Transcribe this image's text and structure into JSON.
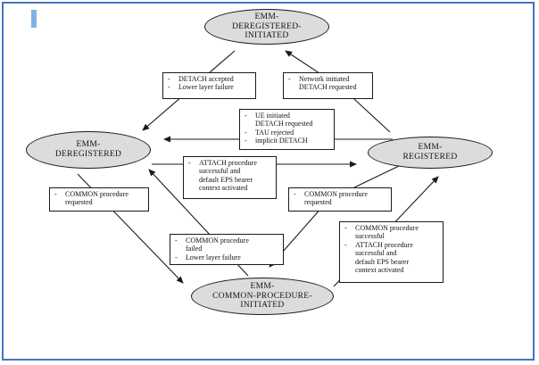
{
  "frame": {
    "border_color": "#4674c1"
  },
  "cursor": {
    "name": "text-cursor-bar",
    "color": "#7fb2e4"
  },
  "colors": {
    "state_fill": "#dcdcdc",
    "state_stroke": "#1a1a1a",
    "connector": "#1a1a1a",
    "label_box_bg": "#ffffff",
    "page_background": "#ffffff"
  },
  "diagram": {
    "states": [
      {
        "id": "emm_deregistered_initiated",
        "lines": [
          "EMM-",
          "DEREGISTERED-",
          "INITIATED"
        ]
      },
      {
        "id": "emm_deregistered",
        "lines": [
          "EMM-",
          "DEREGISTERED"
        ]
      },
      {
        "id": "emm_registered",
        "lines": [
          "EMM-",
          "REGISTERED"
        ]
      },
      {
        "id": "emm_common_procedure_initiated",
        "lines": [
          "EMM-",
          "COMMON-PROCEDURE-",
          "INITIATED"
        ]
      }
    ],
    "labels": [
      {
        "id": "detach_accepted",
        "bullets": [
          [
            "DETACH accepted"
          ],
          [
            "Lower layer failure"
          ]
        ]
      },
      {
        "id": "network_initiated_detach",
        "bullets": [
          [
            "Network initiated",
            "DETACH requested"
          ]
        ]
      },
      {
        "id": "ue_initiated_detach",
        "bullets": [
          [
            "UE initiated",
            "DETACH requested"
          ],
          [
            "TAU rejected"
          ],
          [
            "implicit DETACH"
          ]
        ]
      },
      {
        "id": "attach_successful",
        "bullets": [
          [
            "ATTACH procedure",
            "successful and",
            "default EPS bearer",
            "context activated"
          ]
        ]
      },
      {
        "id": "common_requested_left",
        "bullets": [
          [
            "COMMON procedure",
            "requested"
          ]
        ]
      },
      {
        "id": "common_requested_right",
        "bullets": [
          [
            "COMMON procedure",
            "requested"
          ]
        ]
      },
      {
        "id": "common_failed",
        "bullets": [
          [
            "COMMON procedure",
            "failed"
          ],
          [
            "Lower layer failure"
          ]
        ]
      },
      {
        "id": "common_successful",
        "bullets": [
          [
            "COMMON procedure",
            "successful"
          ],
          [
            "ATTACH procedure",
            "successful and",
            "default EPS bearer",
            "context activated"
          ]
        ]
      }
    ],
    "transitions": [
      {
        "from": "EMM-DEREGISTERED-INITIATED",
        "to": "EMM-DEREGISTERED",
        "label_id": "detach_accepted"
      },
      {
        "from": "EMM-REGISTERED",
        "to": "EMM-DEREGISTERED-INITIATED",
        "label_id": "network_initiated_detach"
      },
      {
        "from": "EMM-REGISTERED",
        "to": "EMM-DEREGISTERED",
        "label_id": "ue_initiated_detach"
      },
      {
        "from": "EMM-DEREGISTERED",
        "to": "EMM-REGISTERED",
        "label_id": "attach_successful"
      },
      {
        "from": "EMM-DEREGISTERED",
        "to": "EMM-COMMON-PROCEDURE-INITIATED",
        "label_id": "common_requested_left"
      },
      {
        "from": "EMM-COMMON-PROCEDURE-INITIATED",
        "to": "EMM-DEREGISTERED",
        "label_id": "common_failed"
      },
      {
        "from": "EMM-REGISTERED",
        "to": "EMM-COMMON-PROCEDURE-INITIATED",
        "label_id": "common_requested_right"
      },
      {
        "from": "EMM-COMMON-PROCEDURE-INITIATED",
        "to": "EMM-REGISTERED",
        "label_id": "common_successful"
      }
    ]
  }
}
